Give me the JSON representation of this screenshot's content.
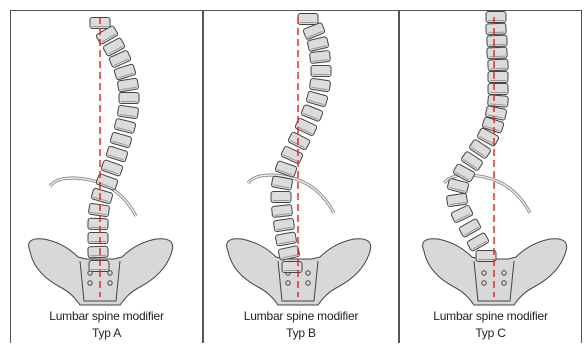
{
  "panels": [
    {
      "caption_line1": "Lumbar spine modifier",
      "caption_line2": "Typ A"
    },
    {
      "caption_line1": "Lumbar spine modifier",
      "caption_line2": "Typ B"
    },
    {
      "caption_line1": "Lumbar spine modifier",
      "caption_line2": "Typ C"
    }
  ],
  "colors": {
    "vertebra_fill": "#dcdcdc",
    "outline": "#444444",
    "midline": "#e02020",
    "pelvis_fill": "#d8d8d8"
  }
}
